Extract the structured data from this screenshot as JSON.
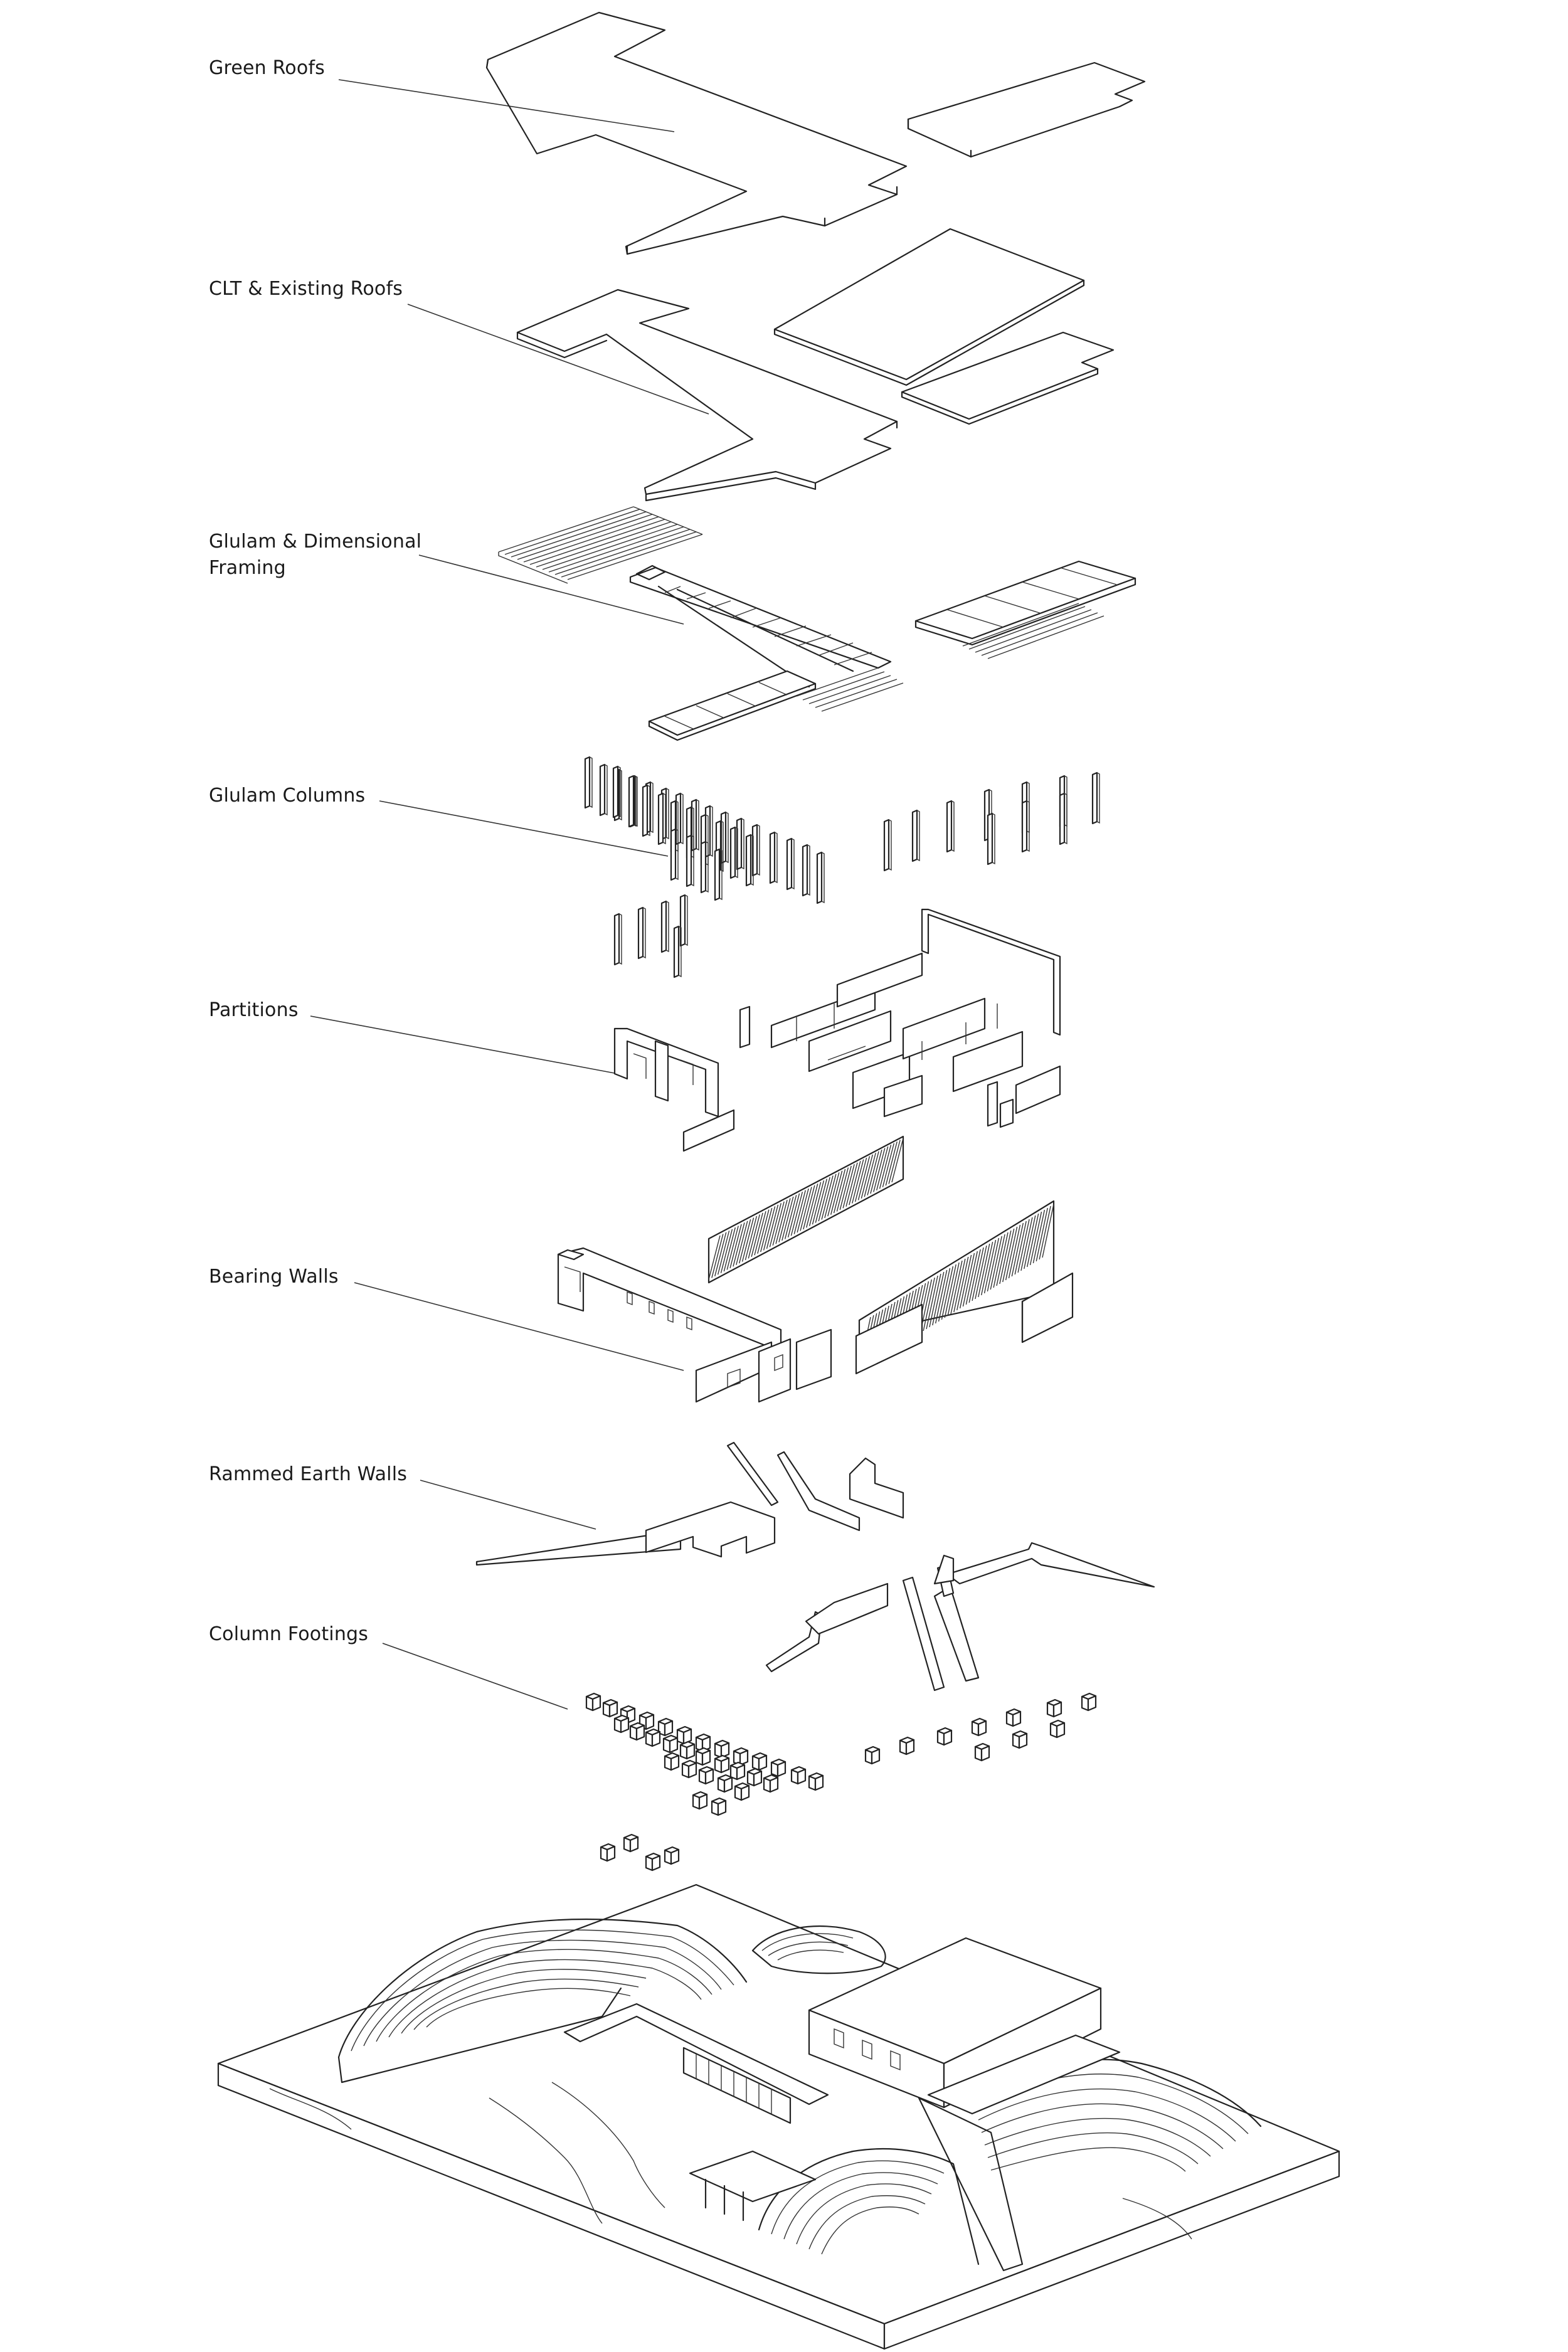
{
  "labels": {
    "green_roofs": "Green Roofs",
    "clt_roofs": "CLT & Existing Roofs",
    "glulam_framing": "Glulam & Dimensional\nFraming",
    "glulam_columns": "Glulam Columns",
    "partitions": "Partitions",
    "bearing_walls": "Bearing Walls",
    "rammed_earth": "Rammed Earth Walls",
    "column_footings": "Column Footings"
  },
  "colors": {
    "green_roof": "#bccaa8",
    "line": "#222222",
    "background": "#ffffff"
  }
}
